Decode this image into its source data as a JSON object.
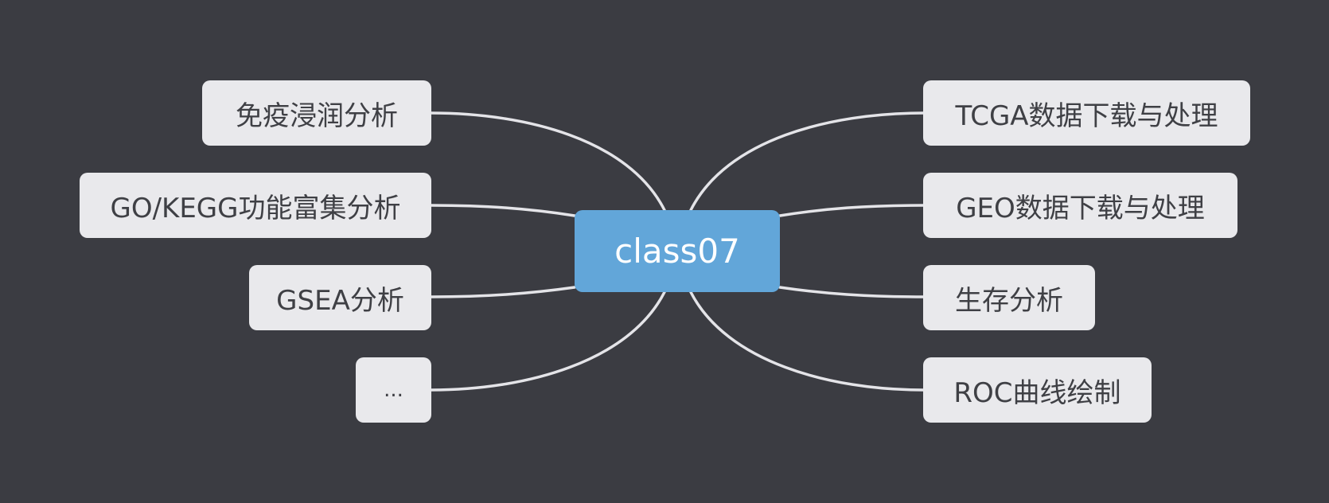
{
  "colors": {
    "background": "#3b3c42",
    "node_fill": "#e9e9ec",
    "node_text": "#3f4045",
    "center_fill": "#62a6d9",
    "center_text": "#ffffff",
    "connector": "#e4e4e8"
  },
  "mindmap": {
    "center": {
      "label": "class07"
    },
    "left_branches": [
      {
        "label": "免疫浸润分析"
      },
      {
        "label": "GO/KEGG功能富集分析"
      },
      {
        "label": "GSEA分析"
      },
      {
        "label": "..."
      }
    ],
    "right_branches": [
      {
        "label": "TCGA数据下载与处理"
      },
      {
        "label": "GEO数据下载与处理"
      },
      {
        "label": "生存分析"
      },
      {
        "label": "ROC曲线绘制"
      }
    ]
  }
}
